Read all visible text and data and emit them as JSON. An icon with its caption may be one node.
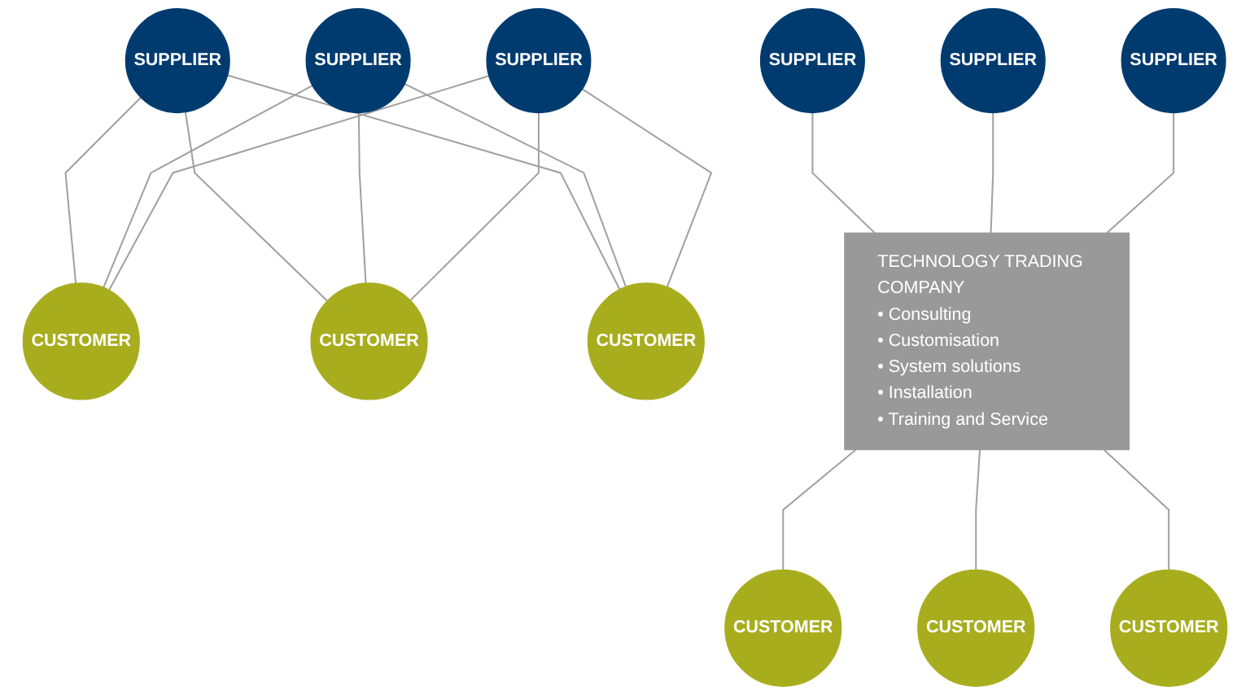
{
  "diagram": {
    "nodes": [
      {
        "text": [
          "SUPPLIER"
        ]
      },
      {
        "text": [
          "SUPPLIER"
        ]
      },
      {
        "text": [
          "SUPPLIER"
        ]
      },
      {
        "text": [
          "CUSTOMER"
        ]
      },
      {
        "text": [
          "CUSTOMER"
        ]
      },
      {
        "text": [
          "CUSTOMER"
        ]
      },
      {
        "text": [
          "SUPPLIER"
        ]
      },
      {
        "text": [
          "SUPPLIER"
        ]
      },
      {
        "text": [
          "SUPPLIER"
        ]
      },
      {
        "text": [
          "TECHNOLOGY TRADING COMPANY",
          "• Consulting",
          "• Customisation",
          "• System solutions",
          "• Installation",
          "• Training and Service"
        ]
      },
      {
        "text": [
          "CUSTOMER"
        ]
      },
      {
        "text": [
          "CUSTOMER"
        ]
      },
      {
        "text": [
          "CUSTOMER"
        ]
      }
    ],
    "edges": [
      {
        "from": 0,
        "to": 3,
        "arrow": "none"
      },
      {
        "from": 0,
        "to": 4,
        "arrow": "none"
      },
      {
        "from": 0,
        "to": 5,
        "arrow": "none"
      },
      {
        "from": 1,
        "to": 3,
        "arrow": "none"
      },
      {
        "from": 1,
        "to": 4,
        "arrow": "none"
      },
      {
        "from": 1,
        "to": 5,
        "arrow": "none"
      },
      {
        "from": 2,
        "to": 3,
        "arrow": "none"
      },
      {
        "from": 2,
        "to": 4,
        "arrow": "none"
      },
      {
        "from": 2,
        "to": 5,
        "arrow": "none"
      },
      {
        "from": 6,
        "to": 9,
        "arrow": "none"
      },
      {
        "from": 7,
        "to": 9,
        "arrow": "none"
      },
      {
        "from": 8,
        "to": 9,
        "arrow": "none"
      },
      {
        "from": 9,
        "to": 10,
        "arrow": "none"
      },
      {
        "from": 9,
        "to": 11,
        "arrow": "none"
      },
      {
        "from": 9,
        "to": 12,
        "arrow": "none"
      }
    ]
  }
}
